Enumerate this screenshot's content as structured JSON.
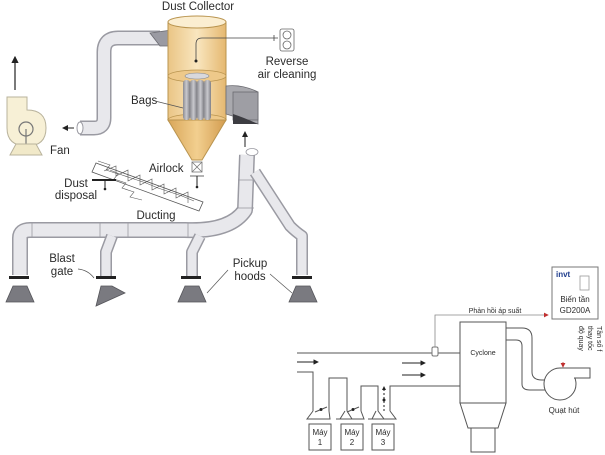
{
  "top_diagram": {
    "title": "Dust Collector",
    "labels": {
      "reverse_air_line1": "Reverse",
      "reverse_air_line2": "air cleaning",
      "bags": "Bags",
      "fan": "Fan",
      "airlock": "Airlock",
      "dust_disposal_line1": "Dust",
      "dust_disposal_line2": "disposal",
      "ducting": "Ducting",
      "blast_gate_line1": "Blast",
      "blast_gate_line2": "gate",
      "pickup_hoods_line1": "Pickup",
      "pickup_hoods_line2": "hoods"
    },
    "colors": {
      "collector_body": "#f6dfb0",
      "collector_dark": "#e2b66a",
      "duct": "#e6e6ea",
      "duct_stroke": "#9a9aa2",
      "hood": "#7a7a80",
      "fan_body": "#f7f0d6"
    }
  },
  "bottom_diagram": {
    "inverter": {
      "brand": "invt",
      "label_line1": "Biến tần",
      "label_line2": "GD200A"
    },
    "feedback_label": "Phản hồi áp suất",
    "speed_label_lines": [
      "Tần số f",
      "thay tốc",
      "độ quay"
    ],
    "cyclone_label": "Cyclone",
    "fan_label": "Quạt hút",
    "machines": [
      {
        "line1": "Máy",
        "line2": "1"
      },
      {
        "line1": "Máy",
        "line2": "2"
      },
      {
        "line1": "Máy",
        "line2": "3"
      }
    ],
    "colors": {
      "line": "#555555",
      "signal": "#c03030",
      "brand": "#1e3c8c"
    }
  }
}
